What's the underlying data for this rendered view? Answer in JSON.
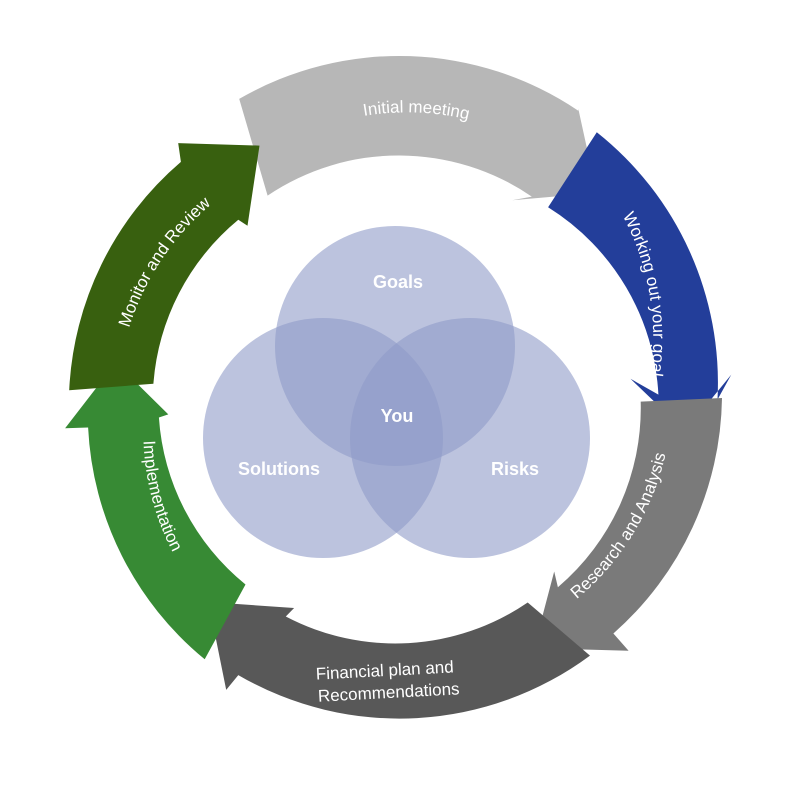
{
  "cycle": {
    "steps": [
      {
        "label": "Initial meeting",
        "color": "#b7b7b7"
      },
      {
        "label": "Working out your goals",
        "color": "#233e9a"
      },
      {
        "label": "Research and Analysis",
        "color": "#7a7a7a"
      },
      {
        "label": "Financial plan and",
        "label2": "Recommendations",
        "color": "#585858"
      },
      {
        "label": "Implementation",
        "color": "#378a34"
      },
      {
        "label": "Monitor and Review",
        "color": "#38600f"
      }
    ]
  },
  "venn": {
    "circle_color": "#8f9bc8",
    "goals": "Goals",
    "solutions": "Solutions",
    "risks": "Risks",
    "center": "You"
  }
}
